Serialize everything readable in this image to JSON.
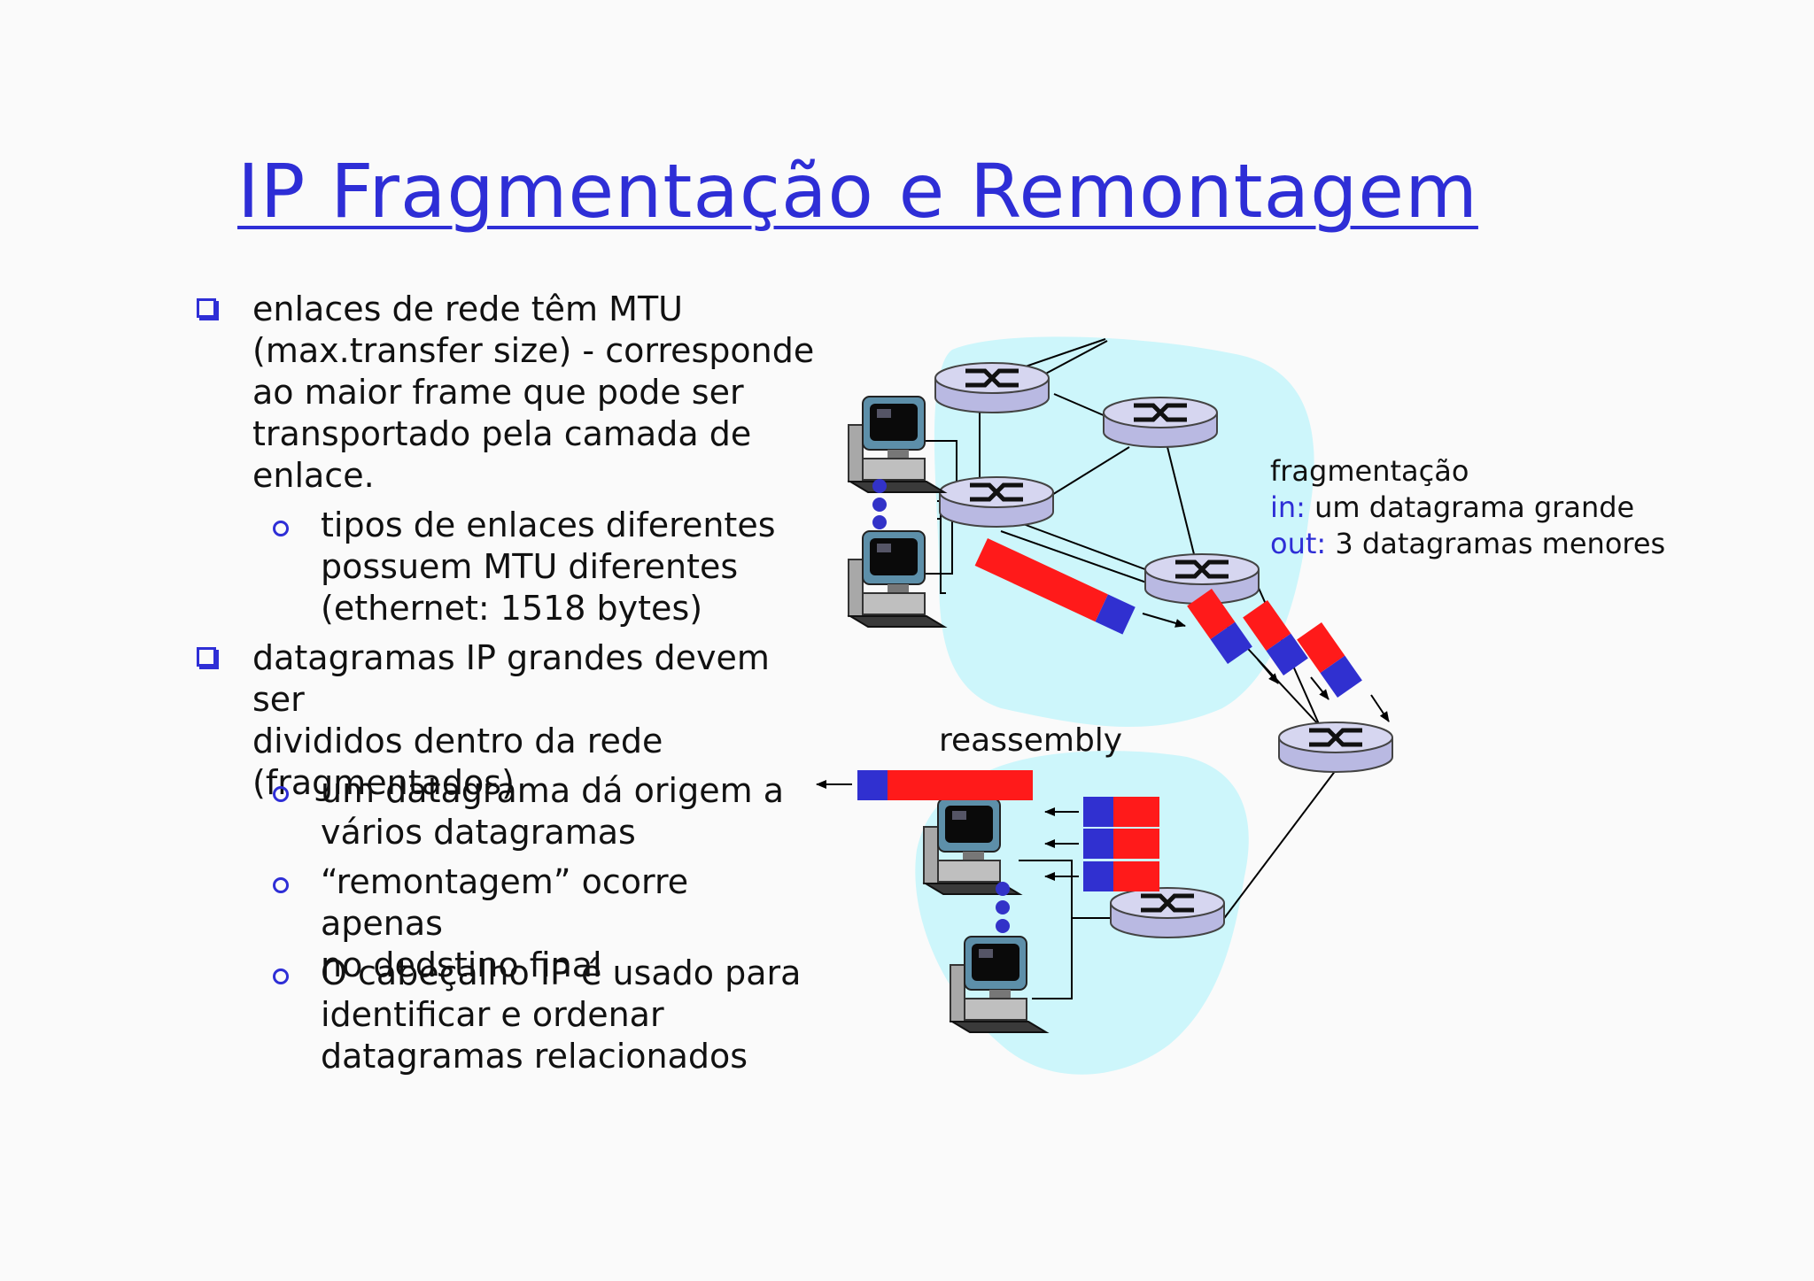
{
  "title": "IP Fragmentação e Remontagem",
  "bullets": [
    {
      "lines": [
        "enlaces de rede têm MTU",
        "(max.transfer size) - corresponde",
        "ao maior frame que pode ser",
        "transportado pela camada de",
        "enlace."
      ],
      "sub": [
        {
          "lines": [
            "tipos de enlaces diferentes",
            "possuem MTU diferentes",
            "(ethernet: 1518 bytes)"
          ]
        }
      ]
    },
    {
      "lines": [
        "datagramas IP grandes devem ser",
        "divididos dentro da rede",
        "(fragmentados)"
      ],
      "sub": [
        {
          "lines": [
            "um datagrama dá origem a",
            "vários datagramas"
          ]
        },
        {
          "lines": [
            "“remontagem” ocorre apenas",
            "no dedstino final"
          ]
        },
        {
          "lines": [
            "O cabeçalho IP é usado para",
            "identificar e ordenar",
            "datagramas relacionados"
          ]
        }
      ]
    }
  ],
  "diagram": {
    "frag_title": "fragmentação",
    "in_key": "in:",
    "in_text": " um datagrama grande",
    "out_key": "out:",
    "out_text": " 3 datagramas menores",
    "reassembly": "reassembly"
  },
  "colors": {
    "title": "#2e2ed6",
    "cloud": "#cdf6fb",
    "header": "#3030d0",
    "payload": "#ff1a1a",
    "router": "#d2d2ee"
  }
}
